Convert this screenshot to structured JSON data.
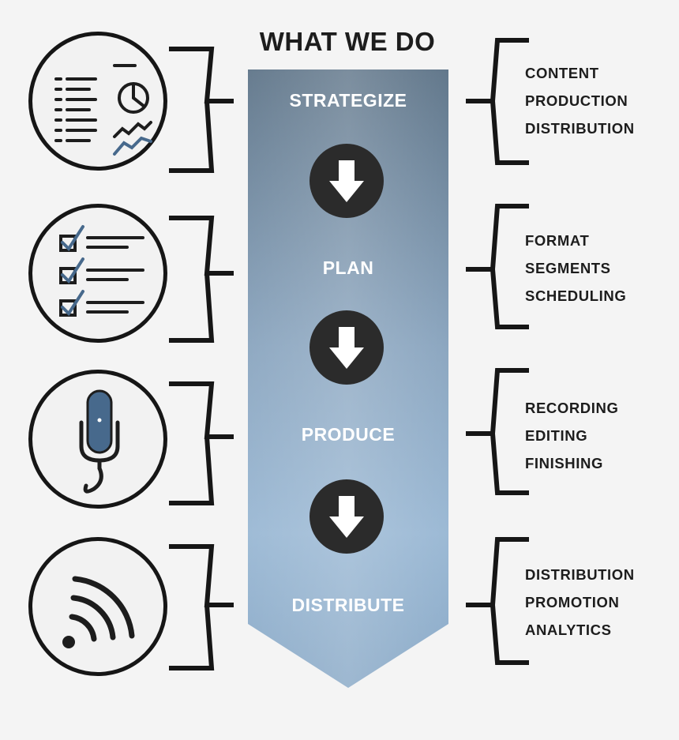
{
  "title": "WHAT WE DO",
  "stages": [
    {
      "label": "STRATEGIZE",
      "icon": "report-chart-icon",
      "items": [
        "CONTENT",
        "PRODUCTION",
        "DISTRIBUTION"
      ]
    },
    {
      "label": "PLAN",
      "icon": "checklist-icon",
      "items": [
        "FORMAT",
        "SEGMENTS",
        "SCHEDULING"
      ]
    },
    {
      "label": "PRODUCE",
      "icon": "microphone-icon",
      "items": [
        "RECORDING",
        "EDITING",
        "FINISHING"
      ]
    },
    {
      "label": "DISTRIBUTE",
      "icon": "broadcast-signal-icon",
      "items": [
        "DISTRIBUTION",
        "PROMOTION",
        "ANALYTICS"
      ]
    }
  ],
  "colors": {
    "arrow_light": "#9ab6d2",
    "arrow_dark": "#5f7589",
    "ink": "#1d1d1d",
    "accent_blue": "#47698c"
  }
}
